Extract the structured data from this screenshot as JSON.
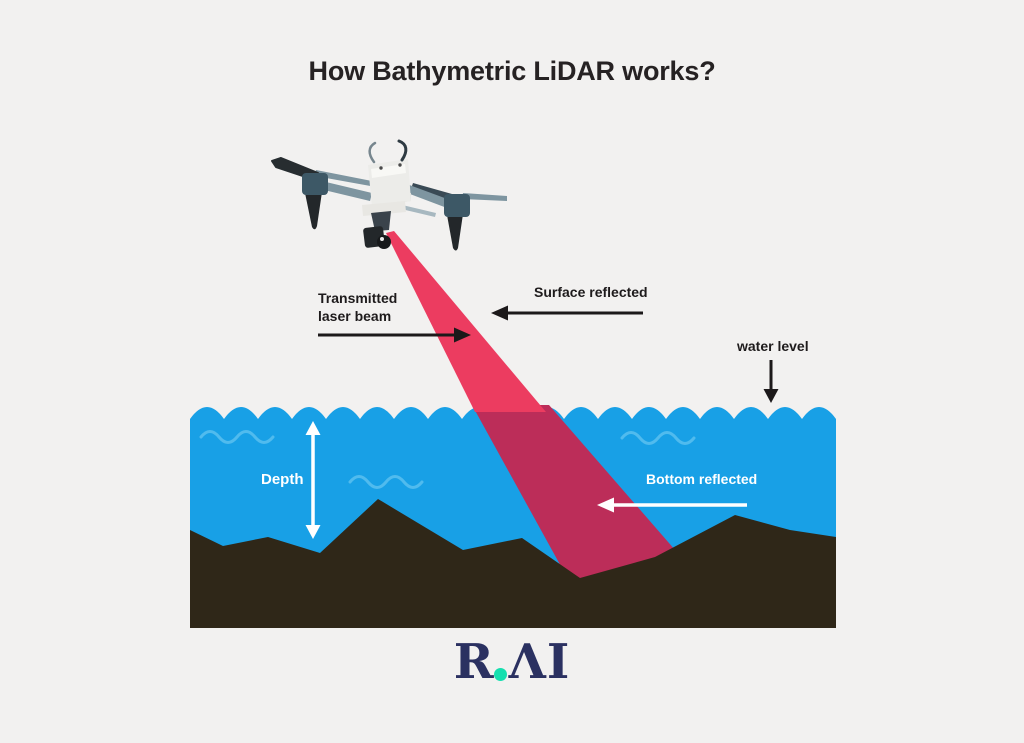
{
  "title": "How Bathymetric LiDAR works?",
  "labels": {
    "transmitted_laser_beam": "Transmitted laser beam",
    "surface_reflected": "Surface reflected",
    "water_level": "water level",
    "depth": "Depth",
    "bottom_reflected": "Bottom reflected"
  },
  "logo": {
    "letter_r": "R",
    "letters_ai": "ΛI"
  },
  "colors": {
    "background": "#F2F1F0",
    "water": "#18A0E6",
    "wave_line": "#5BBFEE",
    "beam_above_water": "#EC3C60",
    "beam_below_water": "#BC2D59",
    "seafloor": "#2F2718",
    "arrow_black": "#1C191A",
    "arrow_white": "#FFFFFF",
    "logo_navy": "#2B3161",
    "logo_teal": "#15DFAF"
  }
}
